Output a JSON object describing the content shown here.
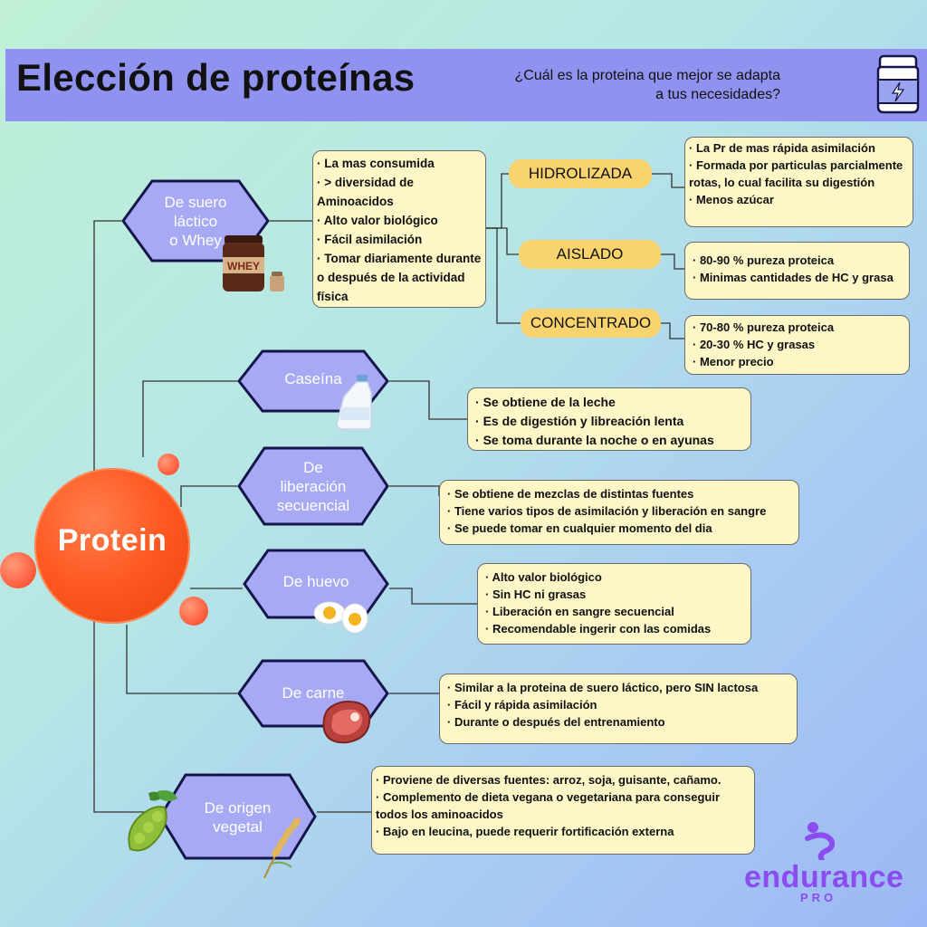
{
  "header": {
    "title": "Elección de proteínas",
    "subtitle": "¿Cuál es la proteina que mejor se adapta a tus necesidades?"
  },
  "center": {
    "label": "Protein"
  },
  "categories": [
    {
      "label": "De suero\nláctico\no Whey",
      "icon": "whey-tub-icon",
      "icon_text": "WHEY",
      "bullets": [
        "La mas consumida",
        "> diversidad de Aminoacidos",
        "Alto valor biológico",
        "Fácil asimilación",
        "Tomar diariamente durante o después de la actividad física"
      ]
    },
    {
      "label": "Caseína",
      "icon": "milk-bottle-icon",
      "bullets": [
        "Se obtiene de la leche",
        "Es de digestión y libreación lenta",
        "Se toma durante la noche o en ayunas"
      ]
    },
    {
      "label": "De\nliberación\nsecuencial",
      "icon": "",
      "bullets": [
        "Se obtiene de mezclas de distintas fuentes",
        "Tiene varios tipos de asimilación y liberación en sangre",
        "Se puede tomar en cualquier momento del dia"
      ]
    },
    {
      "label": "De huevo",
      "icon": "boiled-egg-icon",
      "bullets": [
        "Alto valor biológico",
        "Sin HC ni grasas",
        "Liberación en sangre secuencial",
        "Recomendable ingerir con las comidas"
      ]
    },
    {
      "label": "De carne",
      "icon": "meat-steak-icon",
      "bullets": [
        "Similar a la proteina de suero láctico, pero SIN lactosa",
        "Fácil y rápida asimilación",
        "Durante o después del entrenamiento"
      ]
    },
    {
      "label": "De origen\nvegetal",
      "icon": "soybean-pod-icon",
      "bullets": [
        "Proviene de diversas fuentes: arroz, soja, guisante, cañamo.",
        "Complemento de dieta vegana o vegetariana para conseguir todos los aminoacidos",
        "Bajo en leucina, puede requerir fortificación externa"
      ]
    }
  ],
  "whey_types": [
    {
      "label": "HIDROLIZADA",
      "bullets": [
        "La Pr de mas rápida asimilación",
        "Formada por particulas parcialmente rotas, lo cual facilita su digestión",
        "Menos azúcar"
      ]
    },
    {
      "label": "AISLADO",
      "bullets": [
        "80-90 % pureza proteica",
        "Minimas cantidades de HC y grasa"
      ]
    },
    {
      "label": "CONCENTRADO",
      "bullets": [
        "70-80 % pureza proteica",
        "20-30 % HC y grasas",
        "Menor precio"
      ]
    }
  ],
  "logo": {
    "name": "endurance",
    "sub": "PRO"
  },
  "colors": {
    "header": "#8f92ef",
    "hex_fill": "#a7a9f5",
    "hex_border": "#15154a",
    "box_fill": "#fdf6c7",
    "pill": "#f9d36e",
    "protein": "#ff5a24",
    "logo": "#8b4cf0"
  }
}
